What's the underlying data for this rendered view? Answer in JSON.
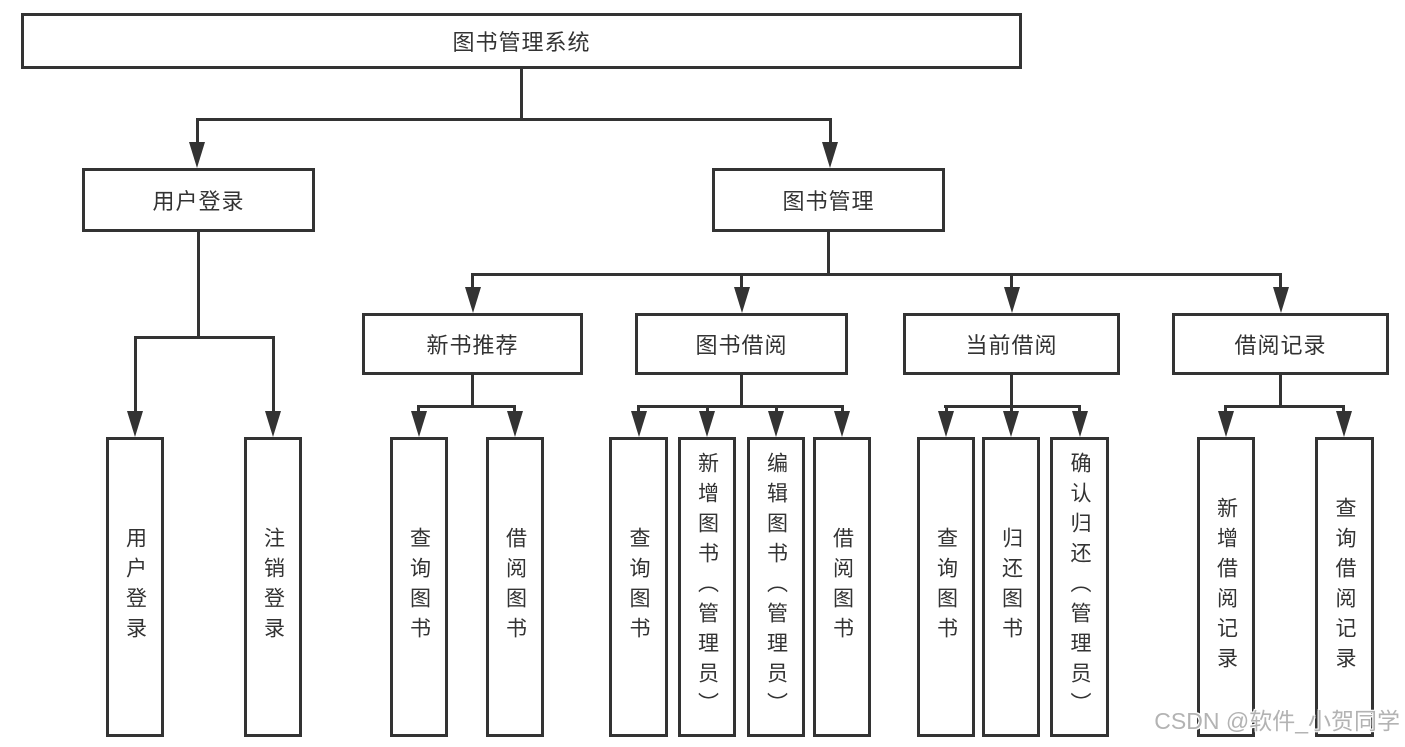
{
  "diagram": {
    "root_label": "图书管理系统",
    "level1_labels": [
      "用户登录",
      "图书管理"
    ],
    "level2_labels": [
      "新书推荐",
      "图书借阅",
      "当前借阅",
      "借阅记录"
    ],
    "leaf_labels": [
      "用户登录",
      "注销登录",
      "查询图书",
      "借阅图书",
      "查询图书",
      "新增图书（管理员）",
      "编辑图书（管理员）",
      "借阅图书",
      "查询图书",
      "归还图书",
      "确认归还（管理员）",
      "新增借阅记录",
      "查询借阅记录"
    ]
  },
  "watermark": {
    "text": "CSDN @软件_小贺同学"
  },
  "colors": {
    "line": "#333333",
    "text": "#333333",
    "background": "#ffffff",
    "watermark_text": "#b3b3b3"
  }
}
